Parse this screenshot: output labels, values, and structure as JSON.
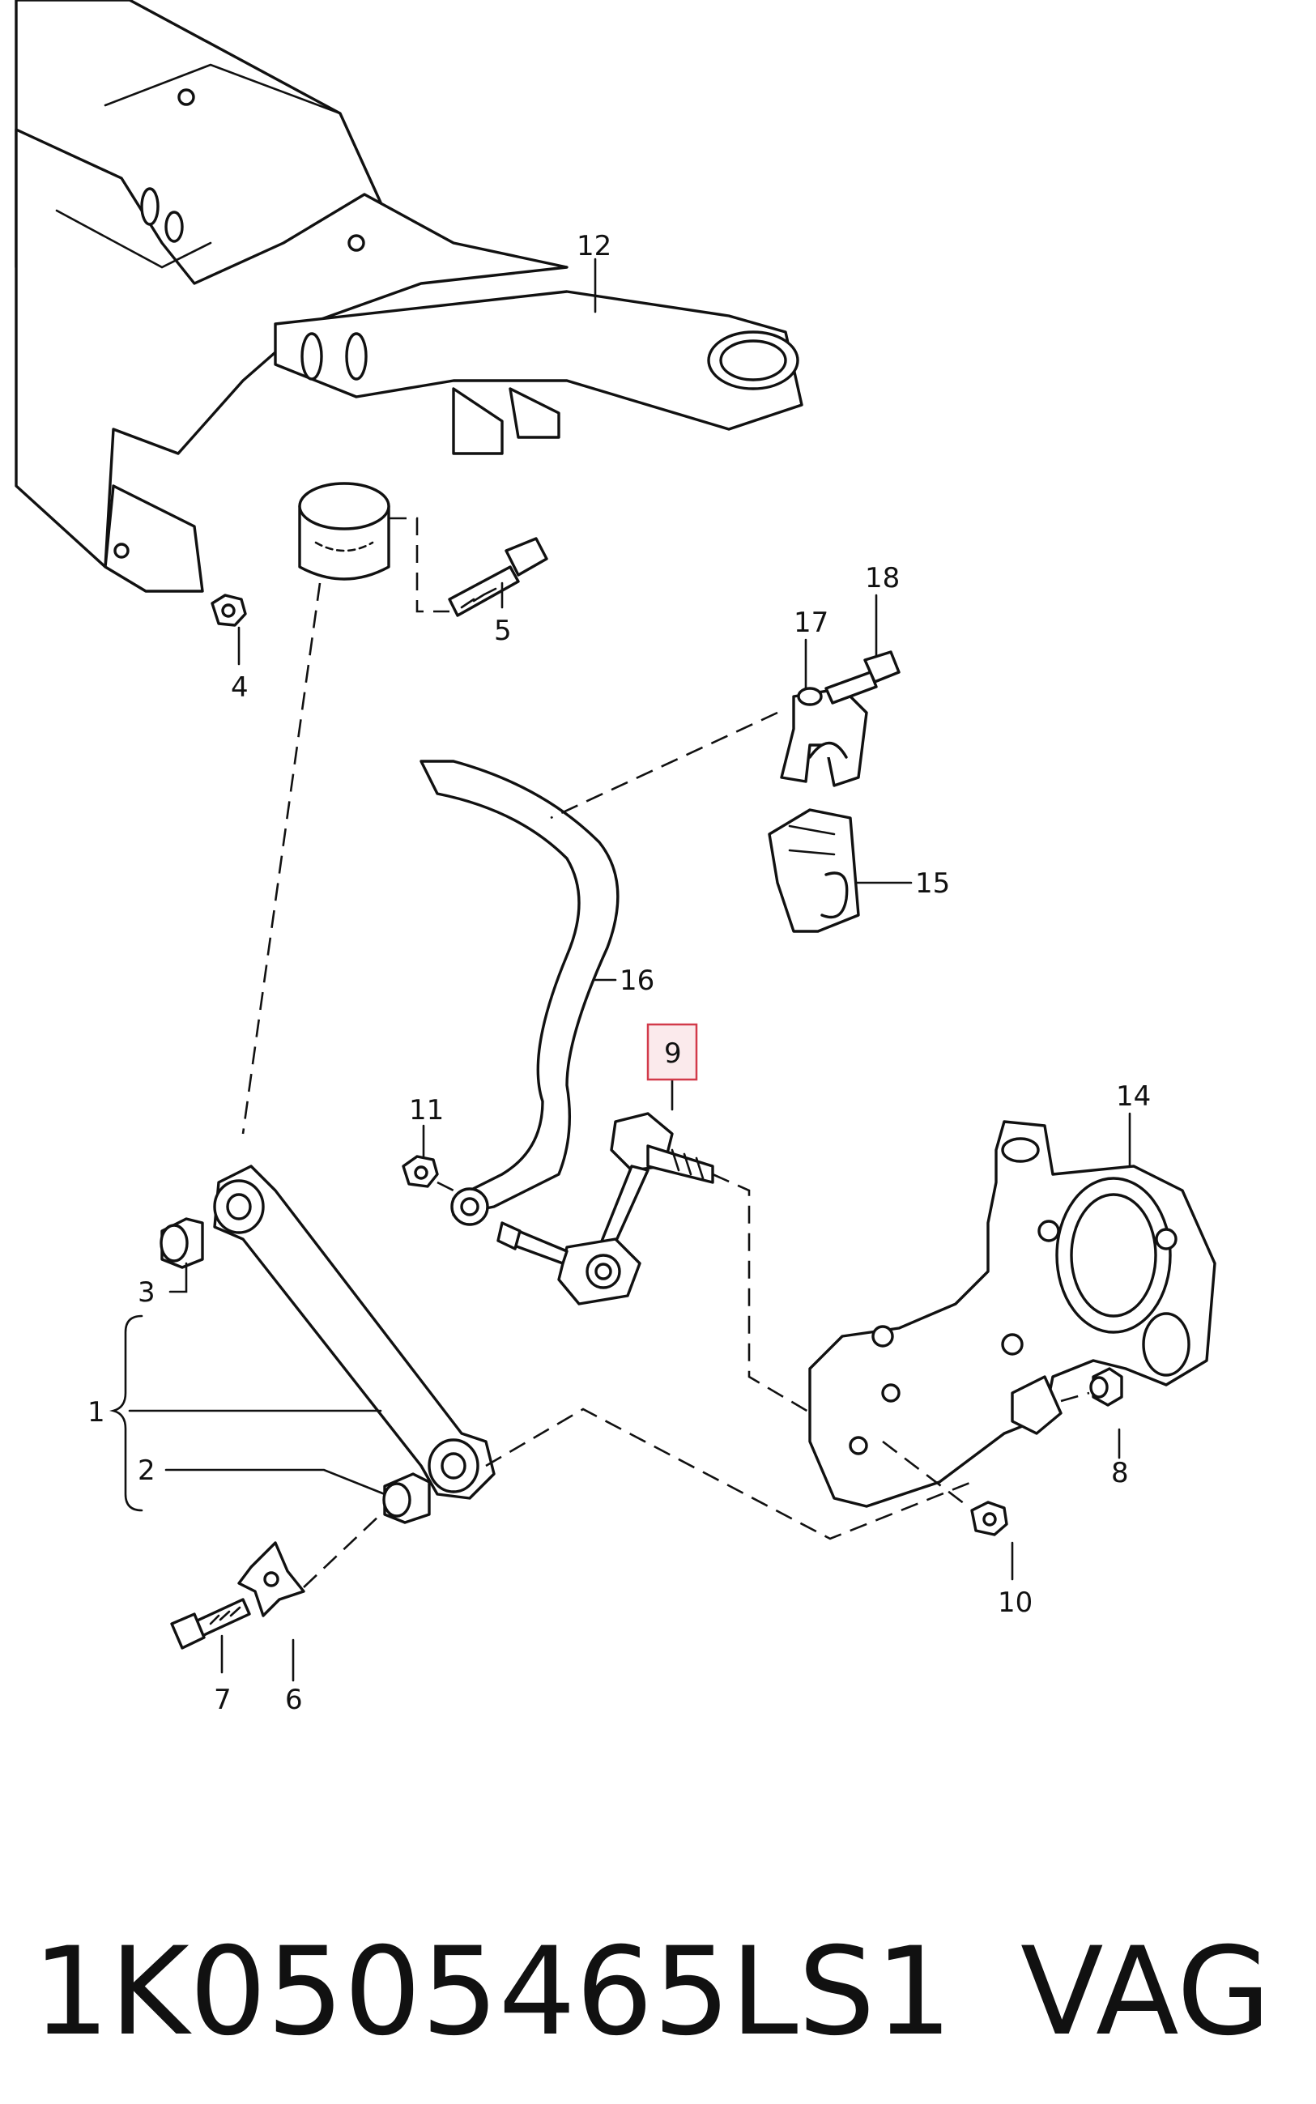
{
  "callouts": {
    "c1": "1",
    "c2": "2",
    "c3": "3",
    "c4": "4",
    "c5": "5",
    "c6": "6",
    "c7": "7",
    "c8": "8",
    "c9": "9",
    "c10": "10",
    "c11": "11",
    "c12": "12",
    "c14": "14",
    "c15": "15",
    "c16": "16",
    "c17": "17",
    "c18": "18"
  },
  "highlighted_callout": "9",
  "footer": {
    "part_number": "1K0505465LS1",
    "brand": "VAG"
  },
  "colors": {
    "line": "#111111",
    "highlight_border": "#d23a4a",
    "highlight_fill": "#fbeaec",
    "background": "#ffffff"
  }
}
